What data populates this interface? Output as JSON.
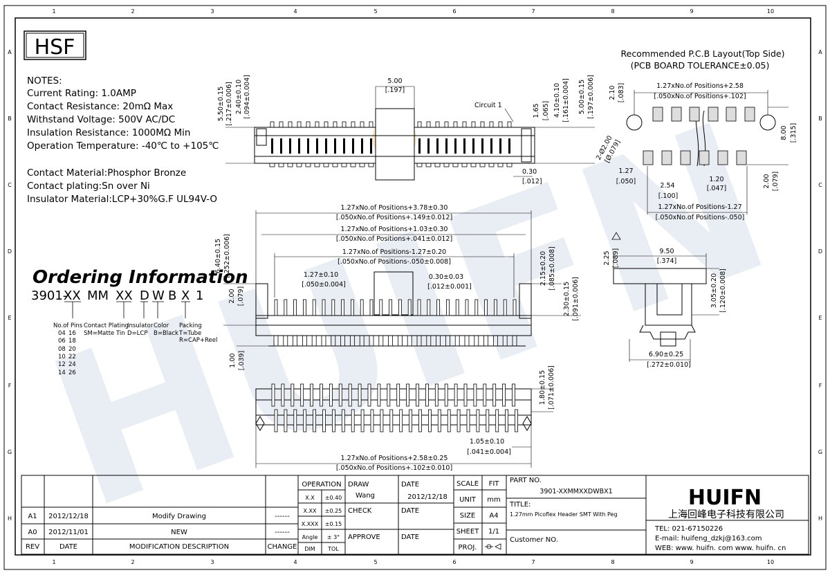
{
  "border": {
    "col_labels": [
      "1",
      "2",
      "3",
      "4",
      "5",
      "6",
      "7",
      "8",
      "9",
      "10"
    ],
    "row_labels": [
      "A",
      "B",
      "C",
      "D",
      "E",
      "F",
      "G",
      "H"
    ]
  },
  "watermark": "HUIFN",
  "stamp": "HSF",
  "notes": {
    "title": "NOTES:",
    "lines": [
      "Current Rating: 1.0AMP",
      "Contact Resistance: 20mΩ Max",
      "Withstand Voltage: 500V AC/DC",
      "Insulation Resistance: 1000MΩ Min",
      "Operation Temperature: -40℃ to +105℃"
    ],
    "material_lines": [
      "Contact Material:Phosphor Bronze",
      "Contact plating:Sn over Ni",
      "Insulator Material:LCP+30%G.F UL94V-O"
    ]
  },
  "ordering": {
    "title": "Ordering Information",
    "part_code": "3901-XXMMXXDWBX1",
    "code_parts": [
      "3901-",
      "XX",
      "MM",
      "XX",
      "D",
      "W",
      "B",
      "X",
      "1"
    ],
    "labels": {
      "pins": "No.of Pins",
      "plating": "Contact Plating",
      "insulator": "Insulator",
      "color": "Color",
      "packing": "Packing"
    },
    "pins_rows": [
      [
        "04",
        "16"
      ],
      [
        "06",
        "18"
      ],
      [
        "08",
        "20"
      ],
      [
        "10",
        "22"
      ],
      [
        "12",
        "24"
      ],
      [
        "14",
        "26"
      ]
    ],
    "plating_value": "SM=Matte Tin",
    "insulator_value": "D=LCP",
    "color_value": "B=Black",
    "packing_values": [
      "T=Tube",
      "R=CAP+Reel"
    ]
  },
  "side_view": {
    "dims": {
      "h550": "5.50±0.15",
      "h550i": "[.217±0.006]",
      "h240": "2.40±0.10",
      "h240i": "[.094±0.004]",
      "w500": "5.00",
      "w500i": "[.197]",
      "circuit": "Circuit 1",
      "d165": "1.65",
      "d165i": "[.065]",
      "d410": "4.10±0.10",
      "d410i": "[.161±0.004]",
      "d500": "5.00±0.15",
      "d500i": "[.197±0.006]",
      "d030": "0.30",
      "d030i": "[.012]"
    }
  },
  "front_view": {
    "dims": {
      "l1": "1.27xNo.of Positions+3.78±0.30",
      "l1i": "[.050xNo.of Positions+.149±0.012]",
      "l2": "1.27xNo.of Positions+1.03±0.30",
      "l2i": "[.050xNo.of Positions+.041±0.012]",
      "l3": "1.27xNo.of Positions-1.27±0.20",
      "l3i": "[.050xNo.of Positions-.050±0.008]",
      "pitch": "1.27±0.10",
      "pitchi": "[.050±0.004]",
      "w030": "0.30±0.03",
      "w030i": "[.012±0.001]",
      "h640": "6.40±0.15",
      "h640i": "[.252±0.006]",
      "h200": "2.00",
      "h200i": "[.079]",
      "h100": "1.00",
      "h100i": "[.039]",
      "h215": "2.15±0.20",
      "h215i": "[.085±0.008]",
      "h230": "2.30±0.15",
      "h230i": "[.091±0.006]"
    }
  },
  "bottom_view": {
    "dims": {
      "h180": "1.80±0.15",
      "h180i": "[.071±0.006]",
      "d105": "1.05±0.10",
      "d105i": "[.041±0.004]",
      "l258": "1.27xNo.of Positions+2.58±0.25",
      "l258i": "[.050xNo.of Positions+.102±0.010]"
    }
  },
  "pcb_layout": {
    "title": "Recommended P.C.B Layout(Top Side)",
    "subtitle": "(PCB BOARD TOLERANCE±0.05)",
    "dims": {
      "t1": "1.27xNo.of Positions+2.58",
      "t1i": "[.050xNo.of Positions+.102]",
      "d210": "2.10",
      "d210i": "[.083]",
      "hole": "2-Ø2.00",
      "holei": "[Ø.079]",
      "d800": "8.00",
      "d800i": "[.315]",
      "d127": "1.27",
      "d127i": "[.050]",
      "d254": "2.54",
      "d254i": "[.100]",
      "d120": "1.20",
      "d120i": "[.047]",
      "d200": "2.00",
      "d200i": "[.079]",
      "b1": "1.27xNo.of Positions-1.27",
      "b1i": "[.050xNo.of Positions-.050]"
    }
  },
  "detail_view": {
    "dims": {
      "d225": "2.25",
      "d225i": "[.089]",
      "d950": "9.50",
      "d950i": "[.374]",
      "d305": "3.05±0.20",
      "d305i": "[.120±0.008]",
      "d690": "6.90±0.25",
      "d690i": "[.272±0.010]"
    }
  },
  "title_block": {
    "revisions": [
      {
        "rev": "A1",
        "date": "2012/12/18",
        "desc": "Modify Drawing",
        "change": "------"
      },
      {
        "rev": "A0",
        "date": "2012/11/01",
        "desc": "NEW",
        "change": "------"
      }
    ],
    "headers": {
      "rev": "REV",
      "date": "DATE",
      "desc": "MODIFICATION  DESCRIPTION",
      "change": "CHANGE"
    },
    "tolerances": {
      "operation": "OPERATION",
      "rows": [
        [
          "X.X",
          "±0.40"
        ],
        [
          "X.XX",
          "±0.25"
        ],
        [
          "X.XXX",
          "±0.15"
        ],
        [
          "Angle",
          "± 3°"
        ]
      ],
      "dim": "DIM",
      "tol": "TOL"
    },
    "draw": "DRAW",
    "draw_name": "Wang",
    "check": "CHECK",
    "approve": "APPROVE",
    "date_label": "DATE",
    "draw_date": "2012/12/18",
    "scale": "SCALE",
    "fit": "FIT",
    "unit": "UNIT",
    "unit_value": "mm",
    "size": "SIZE",
    "size_value": "A4",
    "sheet": "SHEET",
    "sheet_value": "1/1",
    "proj": "PROJ.",
    "part_no_label": "PART NO.",
    "part_no": "3901-XXMMXXDWBX1",
    "title_label": "TITLE:",
    "title_value": "1.27mm Picoflex Header SMT With Peg",
    "customer_label": "Customer NO.",
    "company_logo": "HUIFN",
    "company_name": "上海回峰电子科技有限公司",
    "tel": "TEL: 021-67150226",
    "email": "E-mail: huifeng_dzkj@163.com",
    "web": "WEB:  www. huifn. com    www. huifn. cn"
  }
}
